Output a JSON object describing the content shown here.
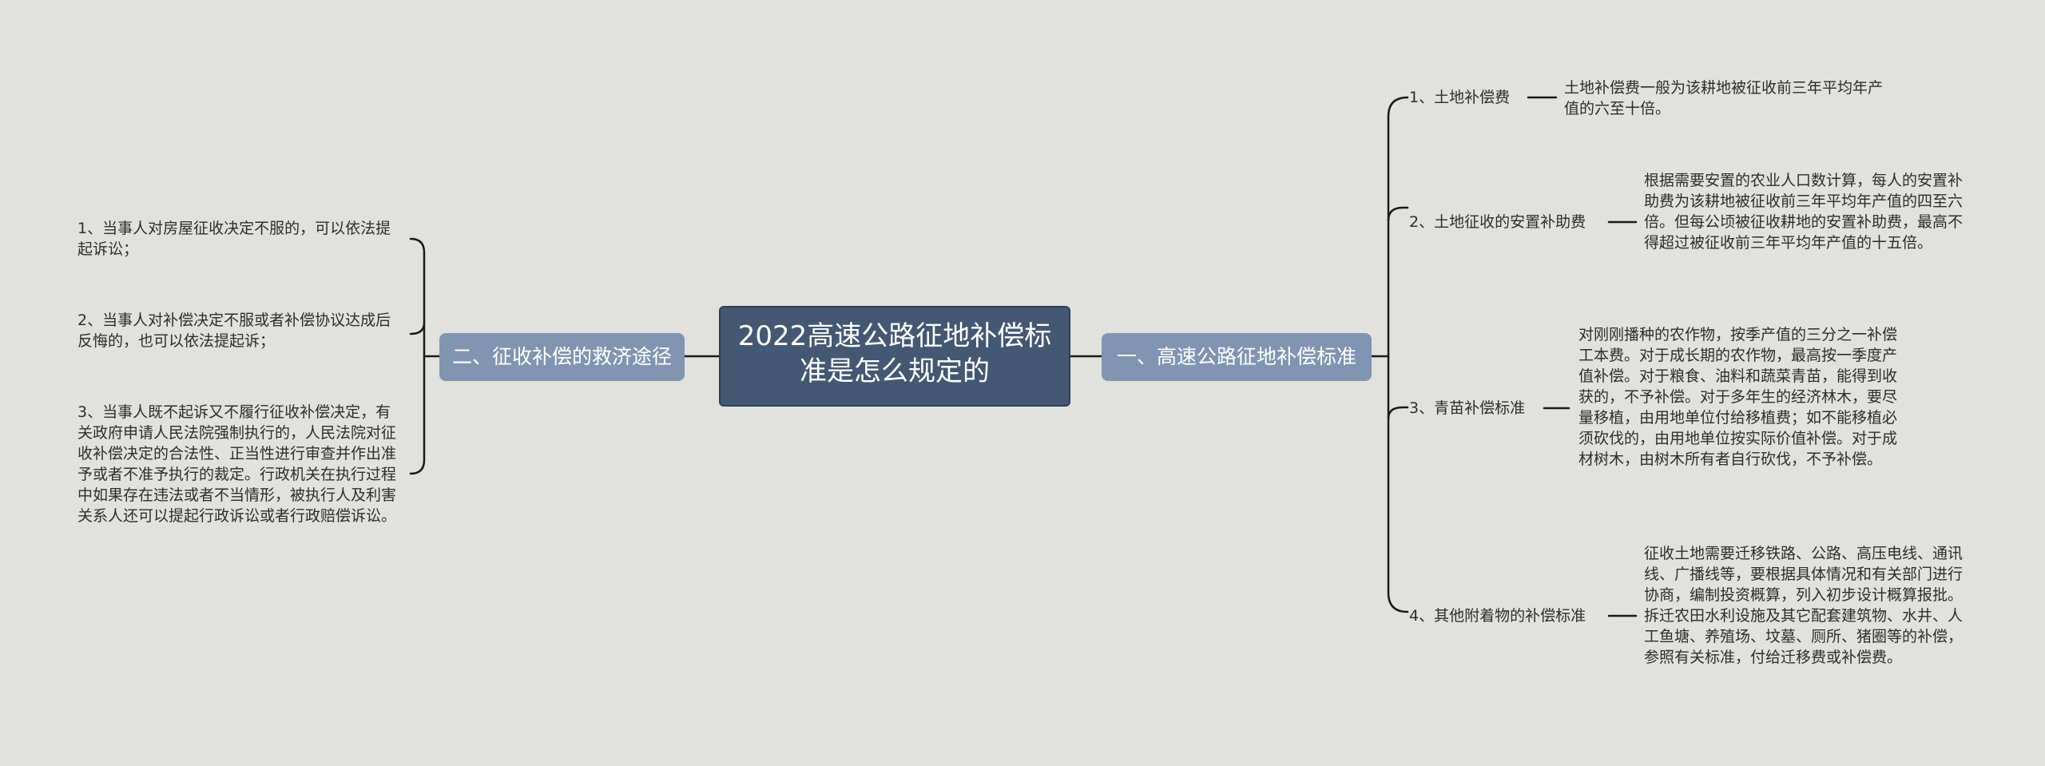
{
  "root": {
    "title": "2022高速公路征地补偿标准是怎么规定的"
  },
  "right_branch": {
    "label": "一、高速公路征地补偿标准",
    "items": [
      {
        "label": "1、土地补偿费",
        "text": "土地补偿费一般为该耕地被征收前三年平均年产值的六至十倍。"
      },
      {
        "label": "2、土地征收的安置补助费",
        "text": "根据需要安置的农业人口数计算，每人的安置补助费为该耕地被征收前三年平均年产值的四至六倍。但每公顷被征收耕地的安置补助费，最高不得超过被征收前三年平均年产值的十五倍。"
      },
      {
        "label": "3、青苗补偿标准",
        "text": "对刚刚播种的农作物，按季产值的三分之一补偿工本费。对于成长期的农作物，最高按一季度产值补偿。对于粮食、油料和蔬菜青苗，能得到收获的，不予补偿。对于多年生的经济林木，要尽量移植，由用地单位付给移植费；如不能移植必须砍伐的，由用地单位按实际价值补偿。对于成材树木，由树木所有者自行砍伐，不予补偿。"
      },
      {
        "label": "4、其他附着物的补偿标准",
        "text": "征收土地需要迁移铁路、公路、高压电线、通讯线、广播线等，要根据具体情况和有关部门进行协商，编制投资概算，列入初步设计概算报批。拆迁农田水利设施及其它配套建筑物、水井、人工鱼塘、养殖场、坟墓、厕所、猪圈等的补偿，参照有关标准，付给迁移费或补偿费。"
      }
    ]
  },
  "left_branch": {
    "label": "二、征收补偿的救济途径",
    "items": [
      {
        "text": "1、当事人对房屋征收决定不服的，可以依法提起诉讼；"
      },
      {
        "text": "2、当事人对补偿决定不服或者补偿协议达成后反悔的，也可以依法提起诉；"
      },
      {
        "text": "3、当事人既不起诉又不履行征收补偿决定，有关政府申请人民法院强制执行的，人民法院对征收补偿决定的合法性、正当性进行审查并作出准予或者不准予执行的裁定。行政机关在执行过程中如果存在违法或者不当情形，被执行人及利害关系人还可以提起行政诉讼或者行政赔偿诉讼。"
      }
    ]
  },
  "colors": {
    "background": "#e1e2de",
    "root": "#445873",
    "branch": "#8194b1",
    "line": "#1a1a1a"
  }
}
